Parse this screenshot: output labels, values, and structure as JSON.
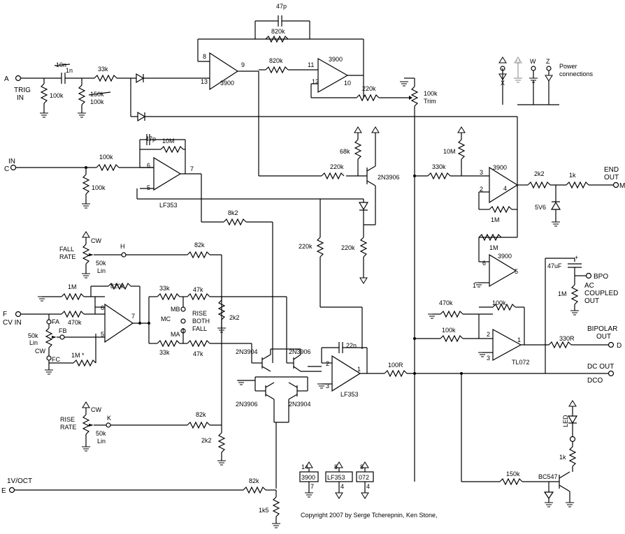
{
  "inputs": {
    "a_letter": "A",
    "a_label_1": "TRIG",
    "a_label_2": "IN",
    "c_letter": "C",
    "c_label": "IN",
    "f_letter": "F",
    "f_label": "CV IN",
    "e_letter": "E",
    "e_label": "1V/OCT"
  },
  "outputs": {
    "m_letter": "M",
    "m_label_1": "END",
    "m_label_2": "OUT",
    "d_letter": "D",
    "d_label_1": "BIPOLAR",
    "d_label_2": "OUT",
    "dco_label": "DCO",
    "dc_out_label": "DC OUT",
    "bpo_label": "BPO",
    "ac_label_1": "AC",
    "ac_label_2": "COUPLED",
    "ac_label_3": "OUT"
  },
  "resistors": {
    "r_100k_a": "100k",
    "r_100k_b": "100k",
    "r_150k_struck": "150k",
    "r_33k_a": "33k",
    "r_820k_fb": "820k",
    "r_820k_in": "820k",
    "r_220k_trim": "220k",
    "r_100k_trim": "100k",
    "trim_label": "Trim",
    "r_10m_top": "10M",
    "r_100k_c1": "100k",
    "r_100k_c2": "100k",
    "r_68k": "68k",
    "r_220k_b": "220k",
    "r_220k_c": "220k",
    "r_220k_d": "220k",
    "r_8k2": "8k2",
    "r_10m_b": "10M",
    "r_330k": "330k",
    "r_2k2_out": "2k2",
    "r_1k_out": "1k",
    "r_1m_a": "1M",
    "r_1m_b": "1M",
    "r_82k_h": "82k",
    "r_1m_f": "1M",
    "r_820k_f": "820k",
    "r_470k_f": "470k",
    "r_1m_star": "1M *",
    "r_33k_mb": "33k",
    "r_47k_mb": "47k",
    "r_33k_ma": "33k",
    "r_47k_ma": "47k",
    "r_2k2_a": "2k2",
    "r_82k_k": "82k",
    "r_2k2_b": "2k2",
    "r_82k_e": "82k",
    "r_1k5": "1k5",
    "r_100r": "100R",
    "r_470k_b": "470k",
    "r_100k_b1": "100k",
    "r_100k_b2": "100k",
    "r_330r": "330R",
    "r_1m_ac": "1M",
    "r_150k_led": "150k",
    "r_1k_led": "1k"
  },
  "capacitors": {
    "c_47p_top": "47p",
    "c_10n_struck": "10n",
    "c_1n": "1n",
    "c_47p_c": "47p",
    "c_22n": "22n",
    "c_47uf": "47uF",
    "c_47uf_plus": "+"
  },
  "semis": {
    "zener": "5V6",
    "q_2n3906_top": "2N3906",
    "q_2n3904_l": "2N3904",
    "q_2n3906_r": "2N3906",
    "q_2n3906_l": "2N3906",
    "q_2n3904_r": "2N3904",
    "q_bc547": "BC547",
    "led": "LED"
  },
  "opamps": {
    "u3900_a": "3900",
    "u3900_b": "3900",
    "u3900_c": "3900",
    "u3900_d": "3900",
    "lf353_a": "LF353",
    "lf353_b": "LF353",
    "tl072": "TL072"
  },
  "pins": {
    "p8": "8",
    "p13": "13",
    "p9": "9",
    "p11": "11",
    "p12": "12",
    "p10": "10",
    "p6c": "6",
    "p5c": "5",
    "p7c": "7",
    "p3r": "3",
    "p2r": "2",
    "p4r": "4",
    "p6r": "6",
    "p1r": "1",
    "p5r": "5",
    "p6f": "6",
    "p5f": "5",
    "p7f": "7",
    "p2m": "2",
    "p3m": "3",
    "p1m": "1",
    "p2b": "2",
    "p3b": "3",
    "p1b": "1"
  },
  "controls": {
    "fall_label_1": "FALL",
    "fall_label_2": "RATE",
    "fall_cw": "CW",
    "fall_pot": "50k",
    "fall_lin": "Lin",
    "h_label": "H",
    "rise_label_1": "RISE",
    "rise_label_2": "RATE",
    "rise_cw": "CW",
    "rise_pot": "50k",
    "rise_lin": "Lin",
    "k_label": "K",
    "cv_pot": "50k",
    "cv_lin": "Lin",
    "cv_cw": "CW",
    "fa": "FA",
    "fb": "FB",
    "fc": "FC",
    "mb": "MB",
    "mc": "MC",
    "ma": "MA",
    "mode_1": "RISE",
    "mode_2": "BOTH",
    "mode_3": "FALL"
  },
  "power": {
    "title_1": "Power",
    "title_2": "connections",
    "x": "X",
    "u": "u",
    "w": "W",
    "z": "Z",
    "ic1_top": "14",
    "ic1_name": "3900",
    "ic1_bot": "7",
    "ic2_top": "8",
    "ic2_name": "LF353",
    "ic2_bot": "4",
    "ic3_top": "8",
    "ic3_name": "072",
    "ic3_bot": "4"
  },
  "copyright": "Copyright 2007 by Serge Tcherepnin, Ken Stone,"
}
